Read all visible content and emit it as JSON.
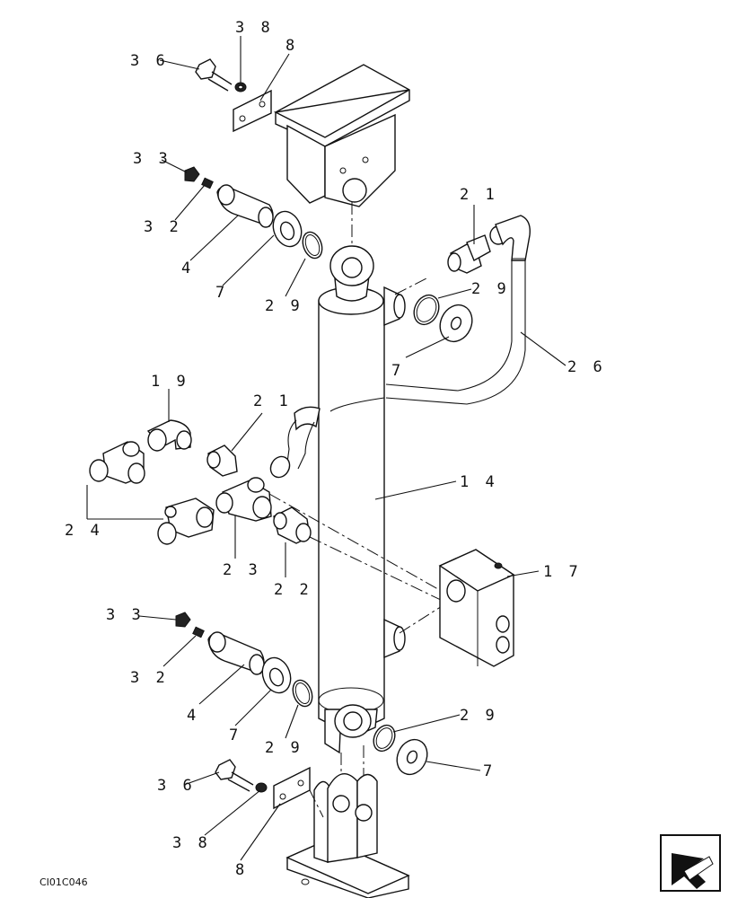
{
  "drawing_code": "CI01C046",
  "callouts": [
    {
      "id": "c36a",
      "text": "3 6"
    },
    {
      "id": "c38a",
      "text": "3 8"
    },
    {
      "id": "c8a",
      "text": "8"
    },
    {
      "id": "c33a",
      "text": "3 3"
    },
    {
      "id": "c32a",
      "text": "3 2"
    },
    {
      "id": "c4a",
      "text": "4"
    },
    {
      "id": "c7a",
      "text": "7"
    },
    {
      "id": "c29a",
      "text": "2 9"
    },
    {
      "id": "c21a",
      "text": "2 1"
    },
    {
      "id": "c29b",
      "text": "2 9"
    },
    {
      "id": "c7b",
      "text": "7"
    },
    {
      "id": "c26",
      "text": "2 6"
    },
    {
      "id": "c19",
      "text": "1 9"
    },
    {
      "id": "c21b",
      "text": "2 1"
    },
    {
      "id": "c14",
      "text": "1 4"
    },
    {
      "id": "c24",
      "text": "2 4"
    },
    {
      "id": "c23",
      "text": "2 3"
    },
    {
      "id": "c22",
      "text": "2 2"
    },
    {
      "id": "c17",
      "text": "1 7"
    },
    {
      "id": "c33b",
      "text": "3 3"
    },
    {
      "id": "c32b",
      "text": "3 2"
    },
    {
      "id": "c4b",
      "text": "4"
    },
    {
      "id": "c7c",
      "text": "7"
    },
    {
      "id": "c29c",
      "text": "2 9"
    },
    {
      "id": "c29d",
      "text": "2 9"
    },
    {
      "id": "c7d",
      "text": "7"
    },
    {
      "id": "c36b",
      "text": "3 6"
    },
    {
      "id": "c38b",
      "text": "3 8"
    },
    {
      "id": "c8b",
      "text": "8"
    }
  ],
  "nav_icon": "arrow-next-icon"
}
